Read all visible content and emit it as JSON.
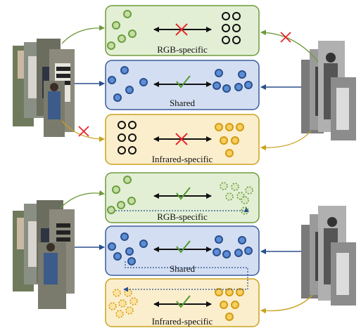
{
  "top_panel": {
    "rgb_box": {
      "label": "RGB-specific",
      "fill": "#e2efd5",
      "stroke": "#6e9a3c",
      "link": "cross",
      "in_arrow": "shared-edge"
    },
    "shared_box": {
      "label": "Shared",
      "fill": "#d3def2",
      "stroke": "#3a5c9a",
      "link": "check"
    },
    "ir_box": {
      "label": "Infrared-specific",
      "fill": "#fbeecd",
      "stroke": "#c9a21f",
      "link": "cross"
    },
    "left_to_rgb_blocked": false,
    "left_to_ir_blocked": true,
    "right_to_rgb_blocked": true,
    "right_to_ir_blocked": false
  },
  "bottom_panel": {
    "rgb_box": {
      "label": "RGB-specific",
      "fill": "#e2efd5",
      "stroke": "#6e9a3c",
      "link": "check"
    },
    "shared_box": {
      "label": "Shared",
      "fill": "#d3def2",
      "stroke": "#3a5c9a",
      "link": "check"
    },
    "ir_box": {
      "label": "Infrared-specific",
      "fill": "#fbeecd",
      "stroke": "#c9a21f",
      "link": "check"
    }
  },
  "colors": {
    "green_node": "#6a9f3a",
    "green_node_fill": "#c6dca8",
    "blue_node": "#2b4f8c",
    "blue_node_fill": "#5b8ed6",
    "yellow_node": "#d39a11",
    "yellow_node_fill": "#f6cf5e",
    "black_node": "#111111",
    "cross": "#e8262a",
    "check": "#4f9a2f",
    "dotted_link": "#2b4f8c"
  },
  "icons": {
    "cross": "cross-mark-icon",
    "check": "check-mark-icon",
    "rgb_photos": "rgb-person-photos",
    "ir_photos": "infrared-person-photos"
  }
}
